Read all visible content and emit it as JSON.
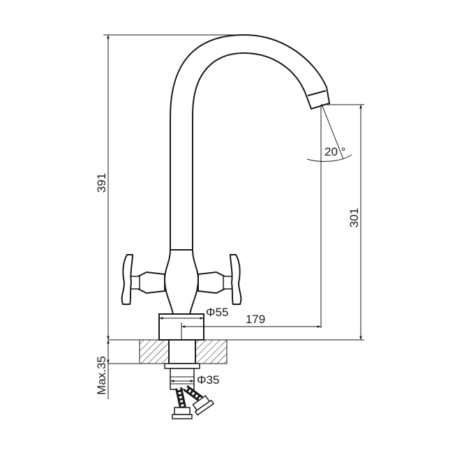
{
  "drawing": {
    "dimensions": {
      "total_height": "391",
      "spout_height": "301",
      "spout_reach": "179",
      "base_diameter": "Φ55",
      "shank_diameter": "Φ35",
      "max_thickness": "Max.35",
      "spout_angle": "20 °"
    },
    "colors": {
      "line": "#1a1a1a",
      "background": "#ffffff"
    }
  }
}
